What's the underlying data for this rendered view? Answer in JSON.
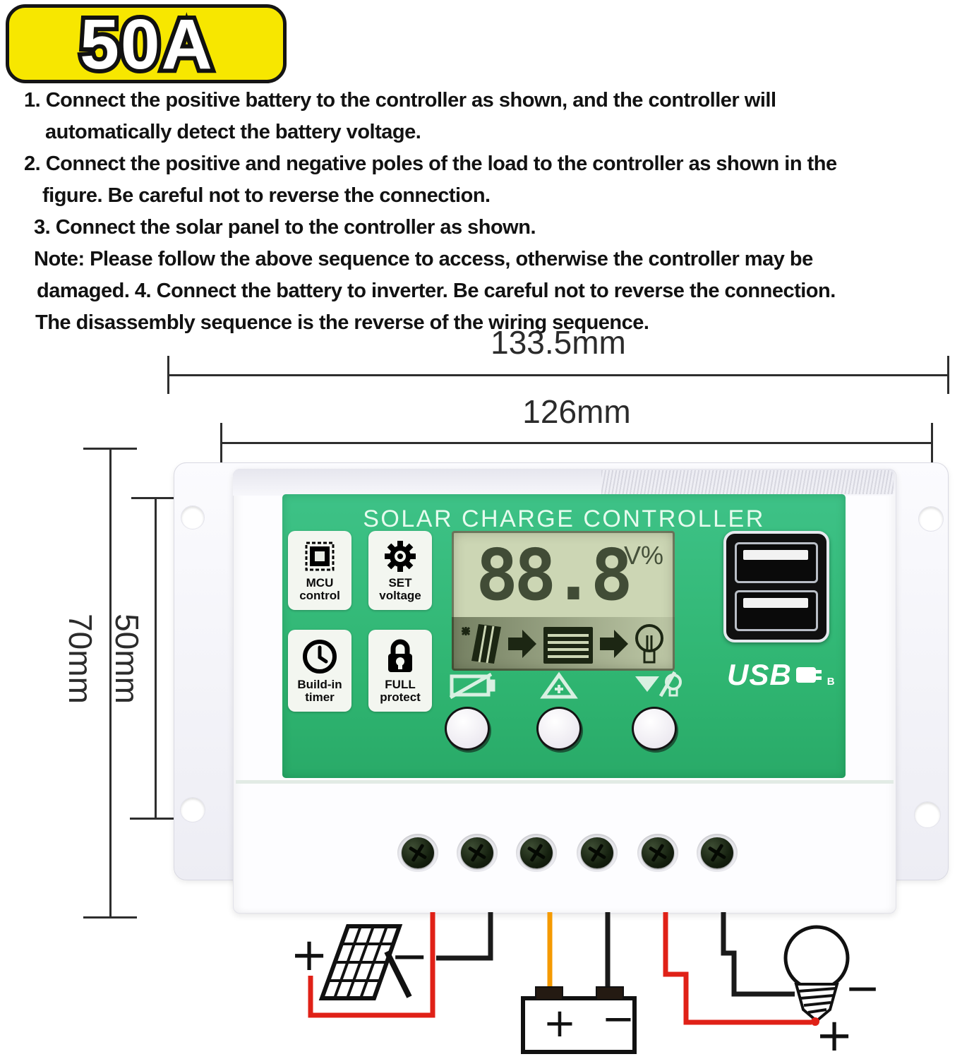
{
  "badge": {
    "label": "50A"
  },
  "instructions": {
    "lines": [
      "1. Connect the positive battery to the controller as shown, and the controller will",
      "automatically detect the battery voltage.",
      "2. Connect the positive and negative poles of the load to the controller as shown in the",
      "figure. Be careful not to reverse the connection.",
      "3. Connect the solar panel to the controller as shown.",
      "Note: Please follow the above sequence to access, otherwise the controller may be",
      "damaged. 4. Connect the battery to inverter. Be careful not to reverse the connection.",
      "The disassembly sequence is the reverse of the wiring sequence."
    ]
  },
  "dimensions": {
    "overall_width": "133.5mm",
    "body_width": "126mm",
    "overall_height": "70mm",
    "hole_spacing_height": "50mm"
  },
  "device": {
    "title": "SOLAR CHARGE CONTROLLER",
    "features": [
      {
        "icon": "mcu-chip-icon",
        "line1": "MCU",
        "line2": "control"
      },
      {
        "icon": "gear-icon",
        "line1": "SET",
        "line2": "voltage"
      },
      {
        "icon": "clock-icon",
        "line1": "Build-in",
        "line2": "timer"
      },
      {
        "icon": "padlock-icon",
        "line1": "FULL",
        "line2": "protect"
      }
    ],
    "lcd": {
      "value": "88.8",
      "unit": "V%",
      "flow_icons": [
        "sun-icon",
        "solar-panel-icon",
        "arrow-right-icon",
        "battery-icon",
        "arrow-right-icon",
        "bulb-icon"
      ]
    },
    "usb": {
      "logo": "USB",
      "suffix": "B"
    },
    "buttons": [
      {
        "name": "battery-type-button",
        "icon": "battery-slash-icon"
      },
      {
        "name": "set-up-button",
        "icon": "triangle-plus-icon"
      },
      {
        "name": "load-button",
        "icon": "load-bulb-icon"
      }
    ]
  },
  "wiring": {
    "solar_plus": "+",
    "solar_minus": "−",
    "battery_plus": "+",
    "battery_minus": "−",
    "load_minus": "−",
    "load_plus": "+"
  },
  "colors": {
    "badge_yellow": "#f7e700",
    "panel_green": "#35b677",
    "lcd_sage": "#ccd6b4",
    "wire_red": "#e02117",
    "wire_orange": "#f59a00",
    "wire_black": "#1a1a1a"
  }
}
